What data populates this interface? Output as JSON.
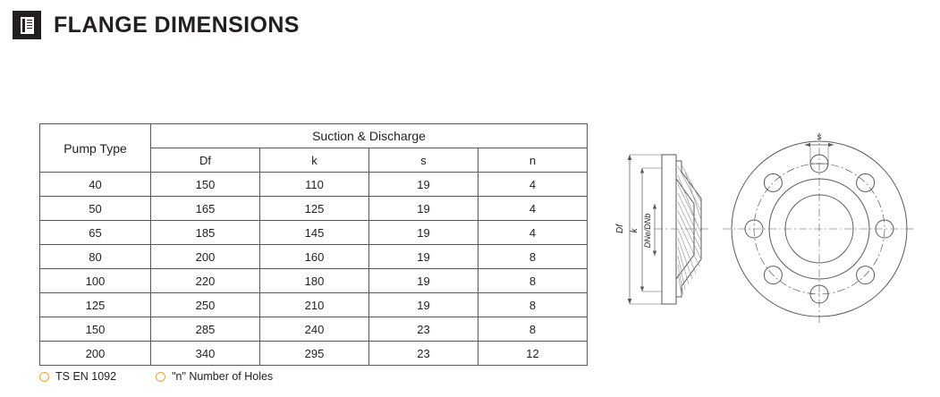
{
  "header": {
    "title": "FLANGE DIMENSIONS",
    "icon": "document-icon"
  },
  "table": {
    "group_header": "Suction & Discharge",
    "type_header": "Pump Type",
    "columns": [
      "Df",
      "k",
      "s",
      "n"
    ],
    "rows": [
      {
        "type": "40",
        "df": "150",
        "k": "110",
        "s": "19",
        "n": "4"
      },
      {
        "type": "50",
        "df": "165",
        "k": "125",
        "s": "19",
        "n": "4"
      },
      {
        "type": "65",
        "df": "185",
        "k": "145",
        "s": "19",
        "n": "4"
      },
      {
        "type": "80",
        "df": "200",
        "k": "160",
        "s": "19",
        "n": "8"
      },
      {
        "type": "100",
        "df": "220",
        "k": "180",
        "s": "19",
        "n": "8"
      },
      {
        "type": "125",
        "df": "250",
        "k": "210",
        "s": "19",
        "n": "8"
      },
      {
        "type": "150",
        "df": "285",
        "k": "240",
        "s": "23",
        "n": "8"
      },
      {
        "type": "200",
        "df": "340",
        "k": "295",
        "s": "23",
        "n": "12"
      }
    ]
  },
  "footnotes": [
    {
      "label": "TS EN 1092",
      "marker": "circle-marker"
    },
    {
      "label": "\"n\" Number of Holes",
      "marker": "circle-marker"
    }
  ],
  "drawing": {
    "labels": {
      "df": "Df",
      "k": "k",
      "dnedn": "DNe/DNb",
      "s": "s"
    },
    "colors": {
      "line": "#58595b",
      "accent": "#e8a33d"
    }
  }
}
